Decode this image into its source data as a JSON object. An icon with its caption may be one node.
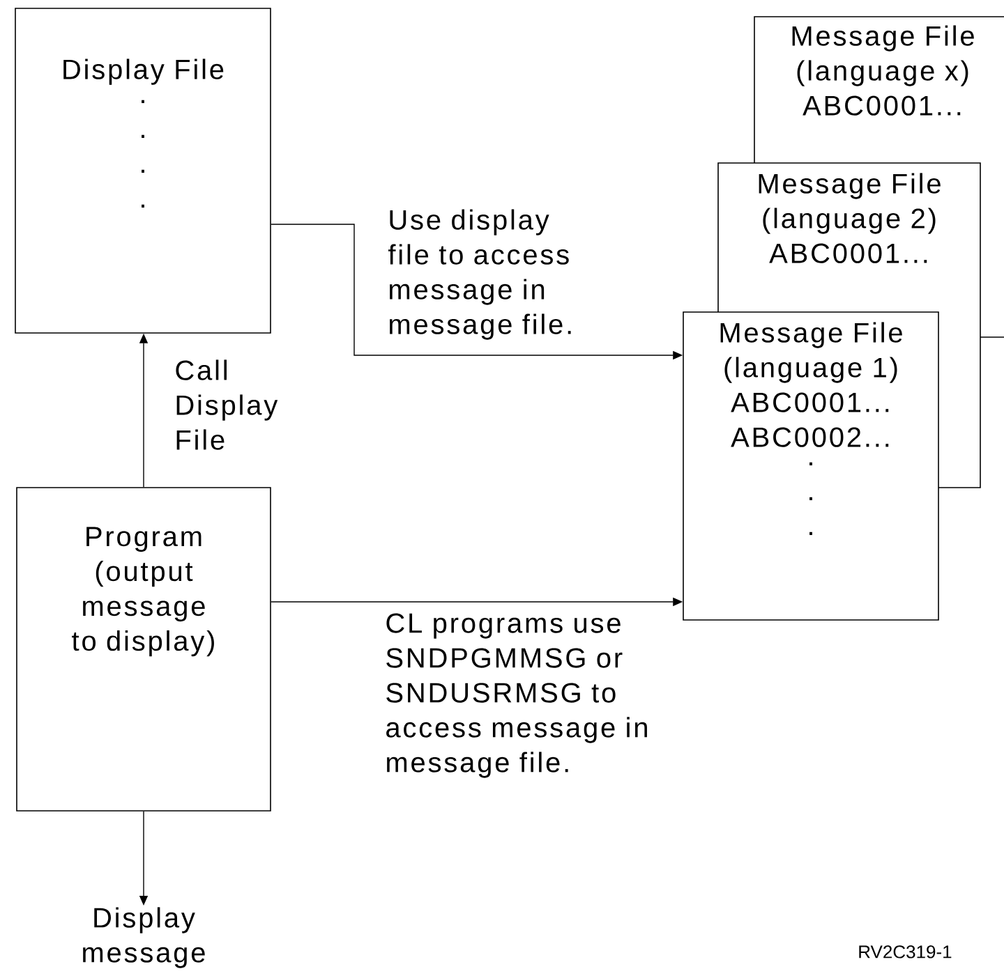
{
  "diagram": {
    "nodes": [
      {
        "text": [
          "Display File",
          ". . . ."
        ]
      },
      {
        "text": [
          "Message File",
          "(language x)",
          "ABC0001..."
        ]
      },
      {
        "text": [
          "Message File",
          "(language 2)",
          "ABC0001..."
        ]
      },
      {
        "text": [
          "Message File",
          "(language 1)",
          "ABC0001...",
          "ABC0002...",
          ". . ."
        ]
      },
      {
        "text": [
          "Program (output message to display)"
        ]
      },
      {
        "text": [
          "Display message"
        ]
      }
    ],
    "edges": [
      {
        "from": 4,
        "to": 0,
        "arrow": "to",
        "label": "Call Display File"
      },
      {
        "from": 0,
        "to": 3,
        "arrow": "to",
        "label": "Use display file to access message in message file."
      },
      {
        "from": 4,
        "to": 3,
        "arrow": "to",
        "label": "CL programs use SNDPGMMSG or SNDUSRMSG to access message in message file."
      },
      {
        "from": 4,
        "to": 5,
        "arrow": "to"
      }
    ],
    "labels": [
      "RV2C319-1"
    ]
  }
}
